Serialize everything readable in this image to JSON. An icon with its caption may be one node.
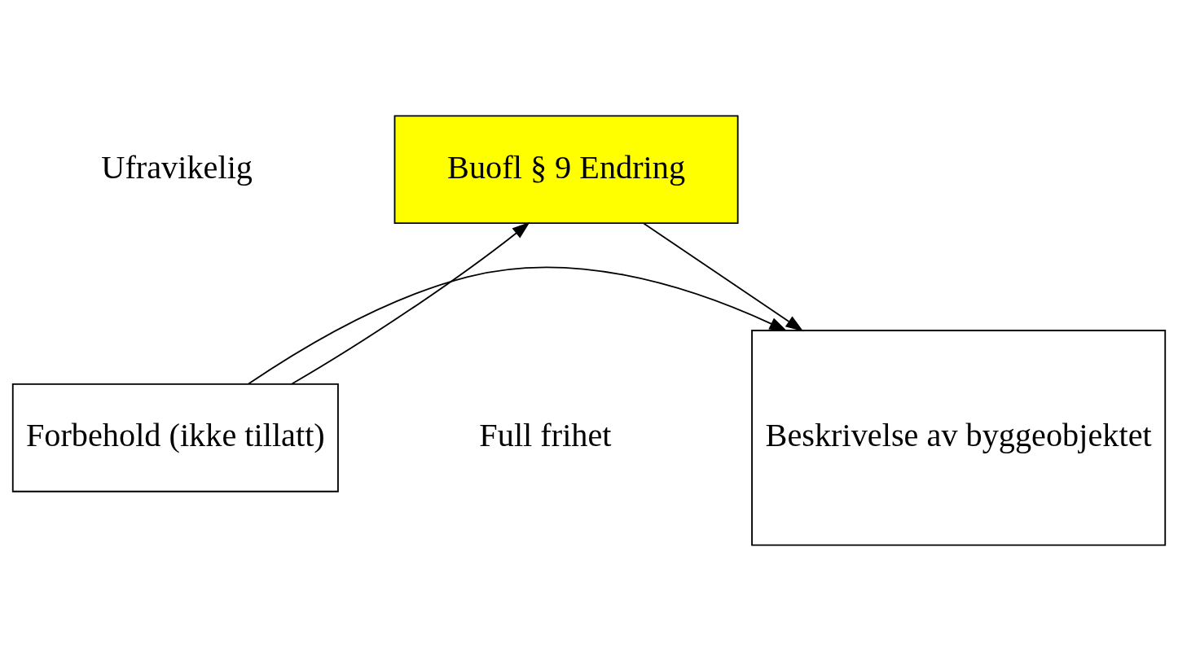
{
  "diagram": {
    "nodes": [
      {
        "text": [
          "Buofl § 9 Endring"
        ]
      },
      {
        "text": [
          "Beskrivelse av byggeobjektet"
        ]
      },
      {
        "text": [
          "Forbehold (ikke tillatt)"
        ]
      }
    ],
    "edges": [
      {
        "from": 0,
        "to": 1,
        "arrow": "to"
      },
      {
        "from": 2,
        "to": 0,
        "arrow": "to"
      },
      {
        "from": 2,
        "to": 1,
        "arrow": "to"
      }
    ],
    "labels": [
      "Ufravikelig",
      "Full frihet"
    ]
  }
}
